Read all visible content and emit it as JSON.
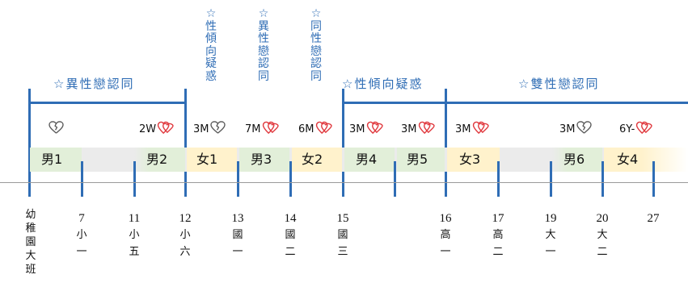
{
  "headers": {
    "vertical": [
      {
        "star": "☆",
        "text": [
          "性",
          "傾",
          "向",
          "疑",
          "惑"
        ]
      },
      {
        "star": "☆",
        "text": [
          "異",
          "性",
          "戀",
          "認",
          "同"
        ]
      },
      {
        "star": "☆",
        "text": [
          "同",
          "性",
          "戀",
          "認",
          "同"
        ]
      }
    ],
    "horizontal": [
      "☆異性戀認同",
      "☆性傾向疑惑",
      "☆雙性戀認同"
    ]
  },
  "relationships": [
    {
      "duration": "",
      "heart": "broken"
    },
    {
      "duration": "2W",
      "heart": "double"
    },
    {
      "duration": "3M",
      "heart": "broken"
    },
    {
      "duration": "7M",
      "heart": "double"
    },
    {
      "duration": "6M",
      "heart": "double"
    },
    {
      "duration": "3M",
      "heart": "double"
    },
    {
      "duration": "3M",
      "heart": "double"
    },
    {
      "duration": "3M",
      "heart": "double"
    },
    {
      "duration": "3M",
      "heart": "broken"
    },
    {
      "duration": "6Y-",
      "heart": "double"
    }
  ],
  "partners": [
    "男1",
    "男2",
    "女1",
    "男3",
    "女2",
    "男4",
    "男5",
    "女3",
    "男6",
    "女4"
  ],
  "timeline": {
    "kindergarten": [
      "幼",
      "稚",
      "園",
      "大",
      "班"
    ],
    "ages": [
      {
        "age": "7",
        "grade": [
          "小",
          "一"
        ]
      },
      {
        "age": "11",
        "grade": [
          "小",
          "五"
        ]
      },
      {
        "age": "12",
        "grade": [
          "小",
          "六"
        ]
      },
      {
        "age": "13",
        "grade": [
          "國",
          "一"
        ]
      },
      {
        "age": "14",
        "grade": [
          "國",
          "二"
        ]
      },
      {
        "age": "15",
        "grade": [
          "國",
          "三"
        ]
      },
      {
        "age": "16",
        "grade": [
          "高",
          "一"
        ]
      },
      {
        "age": "17",
        "grade": [
          "高",
          "二"
        ]
      },
      {
        "age": "19",
        "grade": [
          "大",
          "一"
        ]
      },
      {
        "age": "20",
        "grade": [
          "大",
          "二"
        ]
      },
      {
        "age": "27",
        "grade": []
      }
    ]
  },
  "colors": {
    "blue": "#2f6db5",
    "male_band": "#e2efd9",
    "female_band": "#fff2cc",
    "gap_band": "#ebebeb",
    "heart": "#e0393e",
    "broken_heart": "#555555"
  }
}
